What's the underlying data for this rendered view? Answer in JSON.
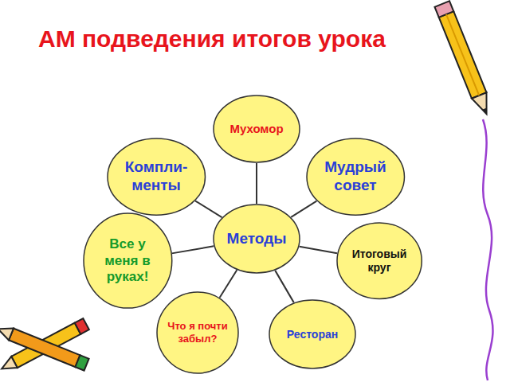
{
  "diagram": {
    "title": "АМ подведения итогов урока",
    "nodes": [
      {
        "text": [
          "Мухомор"
        ]
      },
      {
        "text": [
          "Компли- менты"
        ]
      },
      {
        "text": [
          "Мудрый совет"
        ]
      },
      {
        "text": [
          "Методы"
        ]
      },
      {
        "text": [
          "Все у меня в руках!"
        ]
      },
      {
        "text": [
          "Итоговый круг"
        ]
      },
      {
        "text": [
          "Что я почти забыл?"
        ]
      },
      {
        "text": [
          "Ресторан"
        ]
      }
    ],
    "edges": [
      {
        "from": 3,
        "to": 0,
        "arrow": "none"
      },
      {
        "from": 3,
        "to": 1,
        "arrow": "none"
      },
      {
        "from": 3,
        "to": 2,
        "arrow": "none"
      },
      {
        "from": 3,
        "to": 4,
        "arrow": "none"
      },
      {
        "from": 3,
        "to": 5,
        "arrow": "none"
      },
      {
        "from": 3,
        "to": 6,
        "arrow": "none"
      },
      {
        "from": 3,
        "to": 7,
        "arrow": "none"
      }
    ]
  }
}
